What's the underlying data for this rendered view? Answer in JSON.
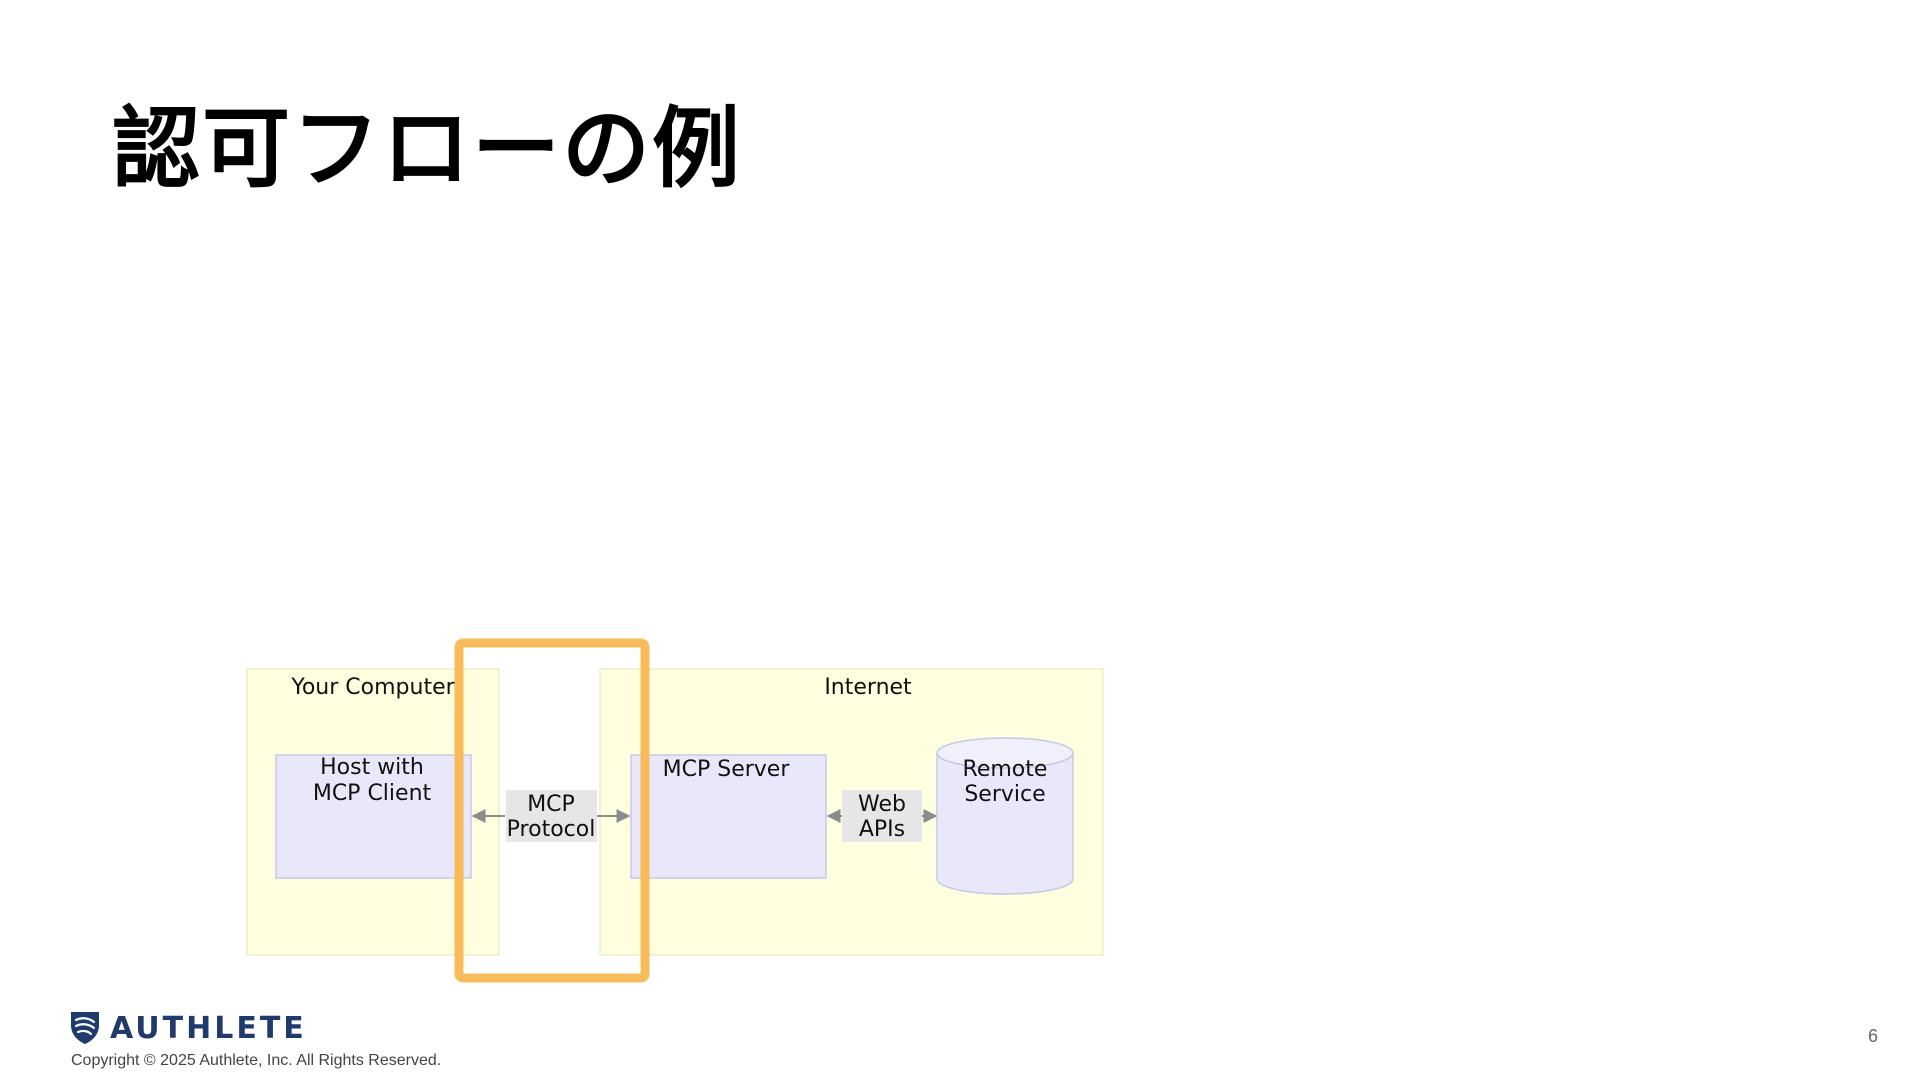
{
  "slide": {
    "title": "認可フローの例",
    "page_number": "6",
    "copyright": "Copyright © 2025 Authlete, Inc. All Rights Reserved.",
    "logo_text": "AUTHLETE"
  },
  "diagram": {
    "your_computer": {
      "label": "Your Computer"
    },
    "internet": {
      "label": "Internet"
    },
    "host": {
      "line1": "Host with",
      "line2": "MCP Client"
    },
    "mcp_protocol": {
      "line1": "MCP",
      "line2": "Protocol"
    },
    "mcp_server": {
      "label": "MCP Server"
    },
    "web_apis": {
      "line1": "Web",
      "line2": "APIs"
    },
    "remote_service": {
      "line1": "Remote",
      "line2": "Service"
    },
    "colors": {
      "zone_fill": "#ffffe0",
      "box_fill": "#e8e8fa",
      "label_fill": "#e6e6e6",
      "arrow": "#8c8c8c",
      "highlight": "#f8bb5a",
      "logo": "#1f3b6e"
    }
  }
}
